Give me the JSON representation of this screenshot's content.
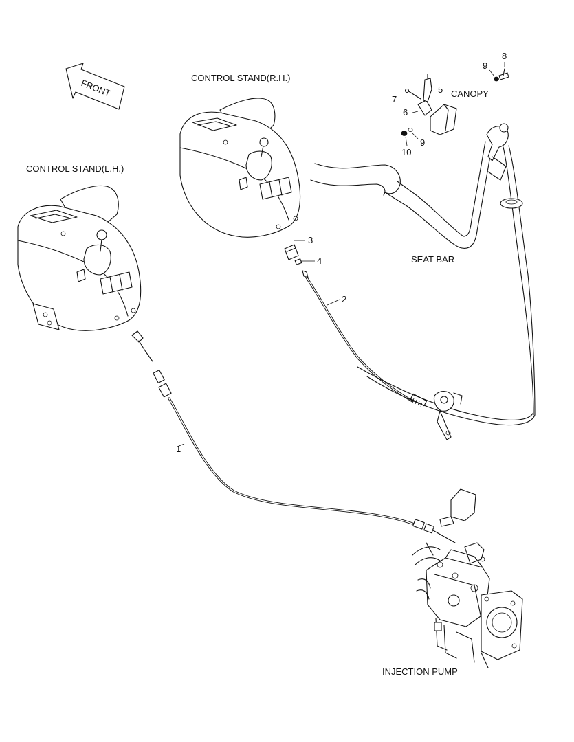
{
  "labels": {
    "front": "FRONT",
    "control_stand_rh": "CONTROL STAND(R.H.)",
    "control_stand_lh": "CONTROL STAND(L.H.)",
    "canopy": "CANOPY",
    "seat_bar": "SEAT BAR",
    "injection_pump": "INJECTION PUMP"
  },
  "callouts": {
    "n1": "1",
    "n2": "2",
    "n3": "3",
    "n4": "4",
    "n5": "5",
    "n6": "6",
    "n7": "7",
    "n8": "8",
    "n9a": "9",
    "n9b": "9",
    "n10": "10"
  }
}
